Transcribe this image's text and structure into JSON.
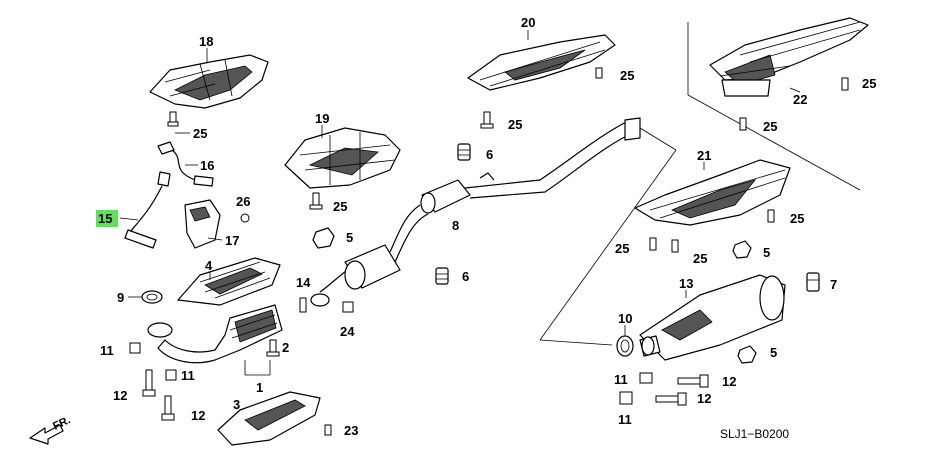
{
  "diagram": {
    "drawing_code": "SLJ1−B0200",
    "direction_label": "FR.",
    "highlight_color": "#5fe05f",
    "callouts": [
      {
        "id": "c18",
        "text": "18"
      },
      {
        "id": "c25a",
        "text": "25"
      },
      {
        "id": "c16",
        "text": "16"
      },
      {
        "id": "c26",
        "text": "26"
      },
      {
        "id": "c15",
        "text": "15",
        "highlighted": true
      },
      {
        "id": "c17",
        "text": "17"
      },
      {
        "id": "c4",
        "text": "4"
      },
      {
        "id": "c9",
        "text": "9"
      },
      {
        "id": "c11a",
        "text": "11"
      },
      {
        "id": "c11b",
        "text": "11"
      },
      {
        "id": "c12a",
        "text": "12"
      },
      {
        "id": "c12b",
        "text": "12"
      },
      {
        "id": "c2",
        "text": "2"
      },
      {
        "id": "c1",
        "text": "1"
      },
      {
        "id": "c3",
        "text": "3"
      },
      {
        "id": "c23",
        "text": "23"
      },
      {
        "id": "c19",
        "text": "19"
      },
      {
        "id": "c25b",
        "text": "25"
      },
      {
        "id": "c5a",
        "text": "5"
      },
      {
        "id": "c14",
        "text": "14"
      },
      {
        "id": "c24",
        "text": "24"
      },
      {
        "id": "c20",
        "text": "20"
      },
      {
        "id": "c25c",
        "text": "25"
      },
      {
        "id": "c25d",
        "text": "25"
      },
      {
        "id": "c6a",
        "text": "6"
      },
      {
        "id": "c8",
        "text": "8"
      },
      {
        "id": "c6b",
        "text": "6"
      },
      {
        "id": "c22",
        "text": "22"
      },
      {
        "id": "c25e",
        "text": "25"
      },
      {
        "id": "c25f",
        "text": "25"
      },
      {
        "id": "c21",
        "text": "21"
      },
      {
        "id": "c25g",
        "text": "25"
      },
      {
        "id": "c25h",
        "text": "25"
      },
      {
        "id": "c25i",
        "text": "25"
      },
      {
        "id": "c5b",
        "text": "5"
      },
      {
        "id": "c7",
        "text": "7"
      },
      {
        "id": "c13",
        "text": "13"
      },
      {
        "id": "c10",
        "text": "10"
      },
      {
        "id": "c5c",
        "text": "5"
      },
      {
        "id": "c11c",
        "text": "11"
      },
      {
        "id": "c12c",
        "text": "12"
      },
      {
        "id": "c12d",
        "text": "12"
      },
      {
        "id": "c11d",
        "text": "11"
      }
    ]
  }
}
